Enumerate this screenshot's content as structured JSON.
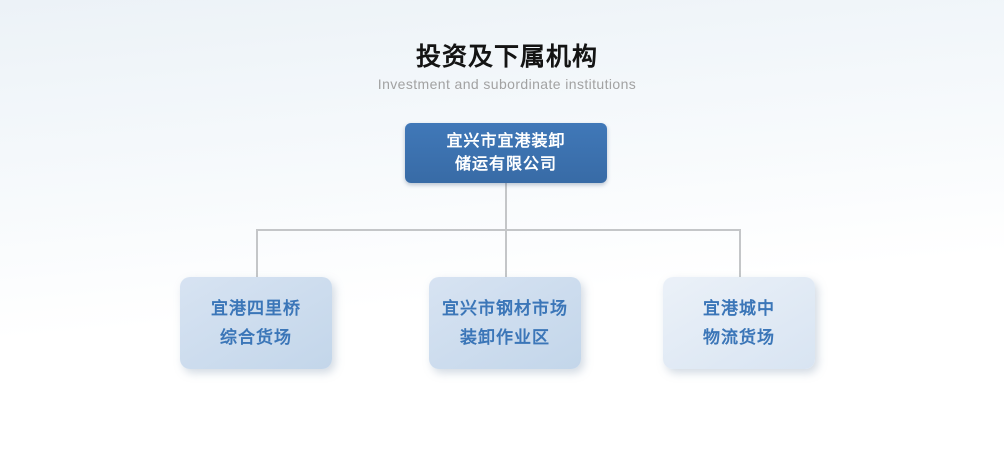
{
  "header": {
    "title": "投资及下属机构",
    "subtitle": "Investment and subordinate institutions"
  },
  "org_chart": {
    "root": {
      "name_lines": [
        "宜兴市宜港装卸",
        "储运有限公司"
      ]
    },
    "children": [
      {
        "name_lines": [
          "宜港四里桥",
          "综合货场"
        ]
      },
      {
        "name_lines": [
          "宜兴市钢材市场",
          "装卸作业区"
        ]
      },
      {
        "name_lines": [
          "宜港城中",
          "物流货场"
        ]
      }
    ]
  },
  "colors": {
    "root_box_bg": "#3c73b3",
    "root_box_text": "#ffffff",
    "child_box_bg": "#c9daed",
    "child_box_bg_light": "#e2ebf5",
    "child_box_text": "#3b76b8",
    "connector": "#c4c6c8",
    "title_text": "#141414",
    "subtitle_text": "#a2a2a2"
  }
}
